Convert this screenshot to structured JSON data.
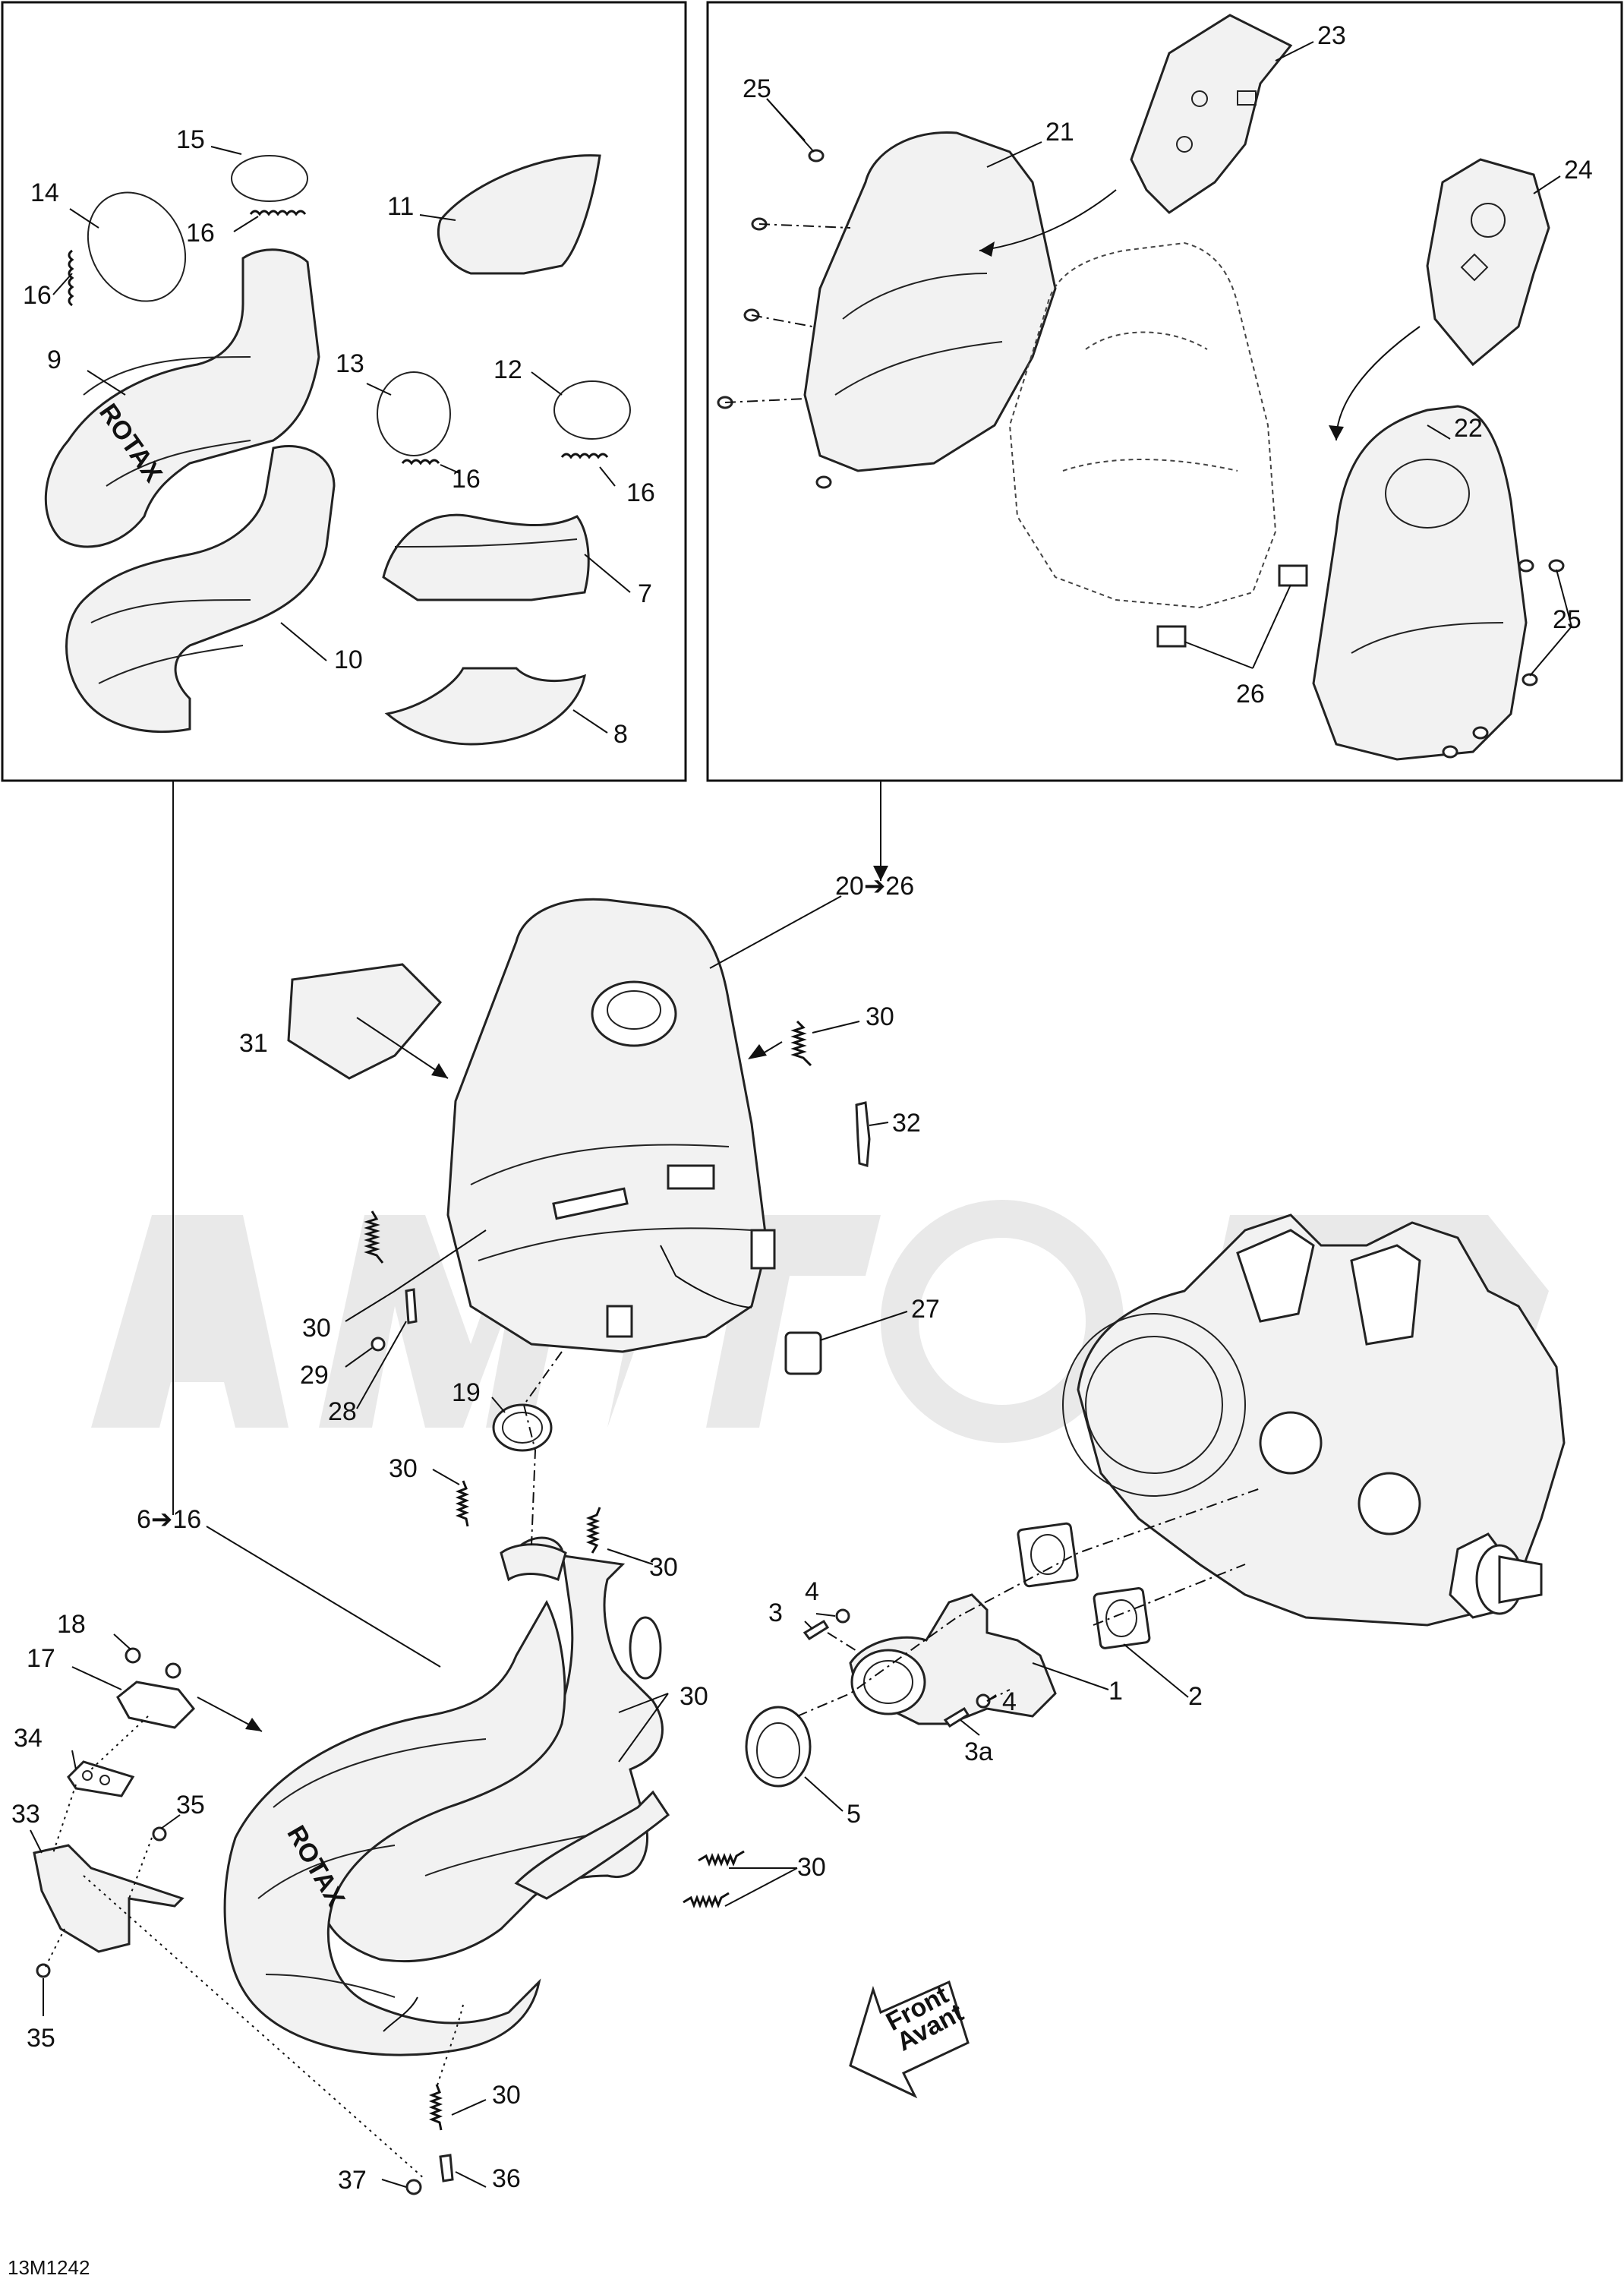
{
  "drawing_code": "13M1242",
  "front_arrow": {
    "line1": "Front",
    "line2": "Avant"
  },
  "callouts": {
    "c1": "1",
    "c2": "2",
    "c3": "3",
    "c3a": "3a",
    "c4a": "4",
    "c4b": "4",
    "c5": "5",
    "c6to16": "6➔16",
    "c7": "7",
    "c8": "8",
    "c9": "9",
    "c10": "10",
    "c11": "11",
    "c12": "12",
    "c13": "13",
    "c14": "14",
    "c15": "15",
    "c16a": "16",
    "c16b": "16",
    "c16c": "16",
    "c16d": "16",
    "c17": "17",
    "c18": "18",
    "c19": "19",
    "c20to26": "20➔26",
    "c21": "21",
    "c22": "22",
    "c23": "23",
    "c24": "24",
    "c25a": "25",
    "c25b": "25",
    "c26": "26",
    "c27": "27",
    "c28": "28",
    "c29": "29",
    "c30a": "30",
    "c30b": "30",
    "c30c": "30",
    "c30d": "30",
    "c30e": "30",
    "c30f": "30",
    "c30g": "30",
    "c31": "31",
    "c32": "32",
    "c33": "33",
    "c34": "34",
    "c35a": "35",
    "c35b": "35",
    "c36": "36",
    "c37": "37"
  }
}
